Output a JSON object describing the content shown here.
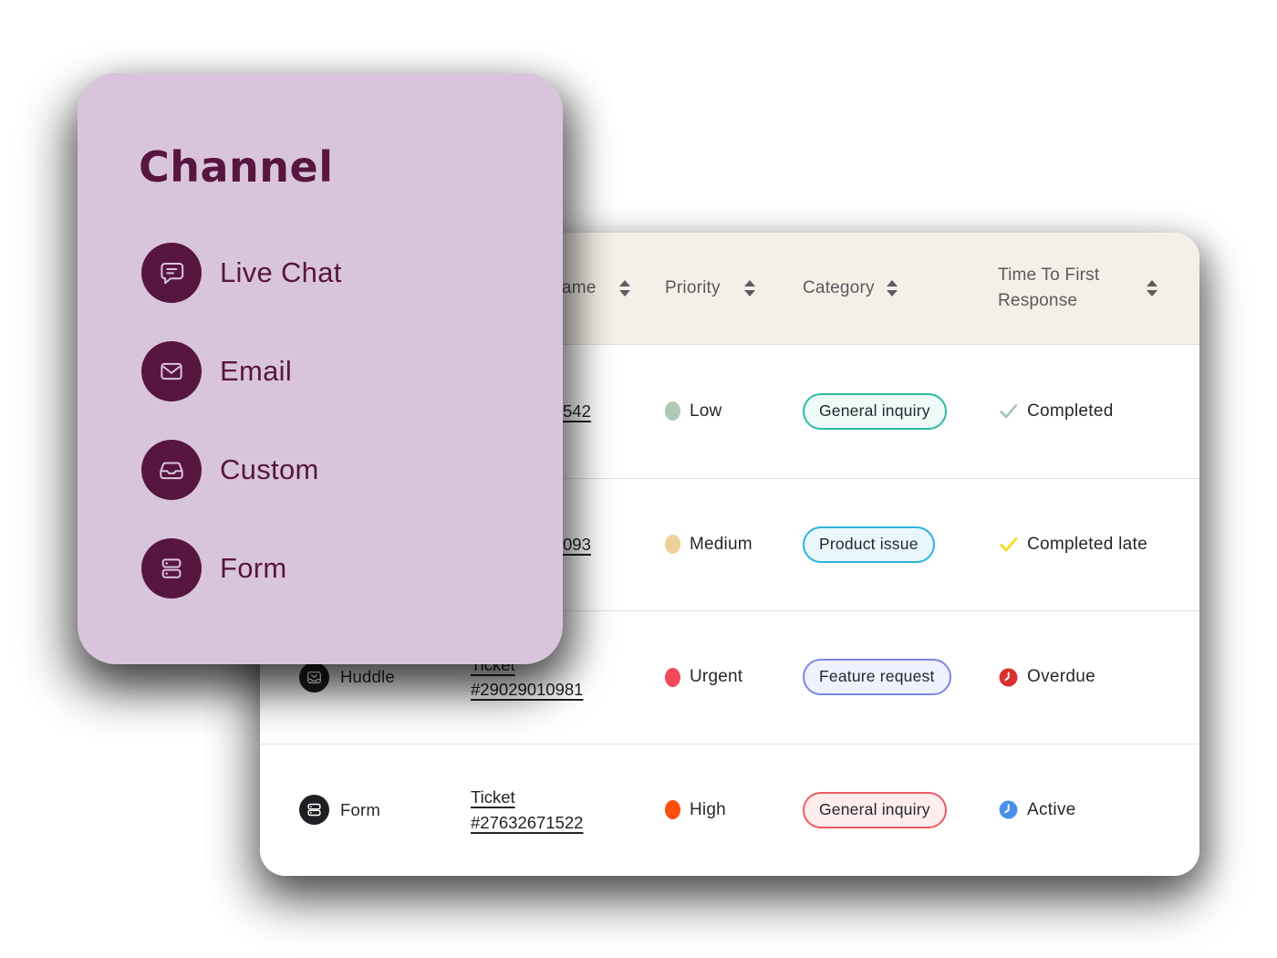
{
  "channel_card": {
    "title": "Channel",
    "items": [
      {
        "label": "Live Chat",
        "icon": "chat-bubble-icon"
      },
      {
        "label": "Email",
        "icon": "envelope-icon"
      },
      {
        "label": "Custom",
        "icon": "inbox-tray-icon"
      },
      {
        "label": "Form",
        "icon": "form-stack-icon"
      }
    ],
    "colors": {
      "background": "#D9C5DB",
      "accent": "#571640"
    }
  },
  "table": {
    "header": {
      "name_label": "Name",
      "priority_label": "Priority",
      "category_label": "Category",
      "ttfr_label": "Time To First Response"
    },
    "rows": [
      {
        "channel": "",
        "channel_icon": "",
        "ticket_line1": "",
        "ticket_line2": "542",
        "priority_label": "Low",
        "priority_color": "#AEC8B4",
        "category_label": "General inquiry",
        "category_border": "#2BBBA8",
        "category_bg": "#EFFBF8",
        "status_label": "Completed",
        "status_icon": "check",
        "status_color": "#A9C4B3"
      },
      {
        "channel": "",
        "channel_icon": "",
        "ticket_line1": "",
        "ticket_line2": "093",
        "priority_label": "Medium",
        "priority_color": "#EFD099",
        "category_label": "Product issue",
        "category_border": "#2BB3DC",
        "category_bg": "#E9F7FD",
        "status_label": "Completed late",
        "status_icon": "check",
        "status_color": "#F7D916"
      },
      {
        "channel": "Huddle",
        "channel_icon": "inbox-tray-icon",
        "ticket_line1": "Ticket",
        "ticket_line2": "#29029010981",
        "priority_label": "Urgent",
        "priority_color": "#F4495C",
        "category_label": "Feature request",
        "category_border": "#7D87E4",
        "category_bg": "#F0F1FE",
        "status_label": "Overdue",
        "status_icon": "clock",
        "status_color": "#D93030"
      },
      {
        "channel": "Form",
        "channel_icon": "form-stack-icon",
        "ticket_line1": "Ticket",
        "ticket_line2": "#27632671522",
        "priority_label": "High",
        "priority_color": "#FB4E0F",
        "category_label": "General inquiry",
        "category_border": "#F25A60",
        "category_bg": "#FDEDEE",
        "status_label": "Active",
        "status_icon": "clock",
        "status_color": "#4A90E8"
      }
    ]
  }
}
